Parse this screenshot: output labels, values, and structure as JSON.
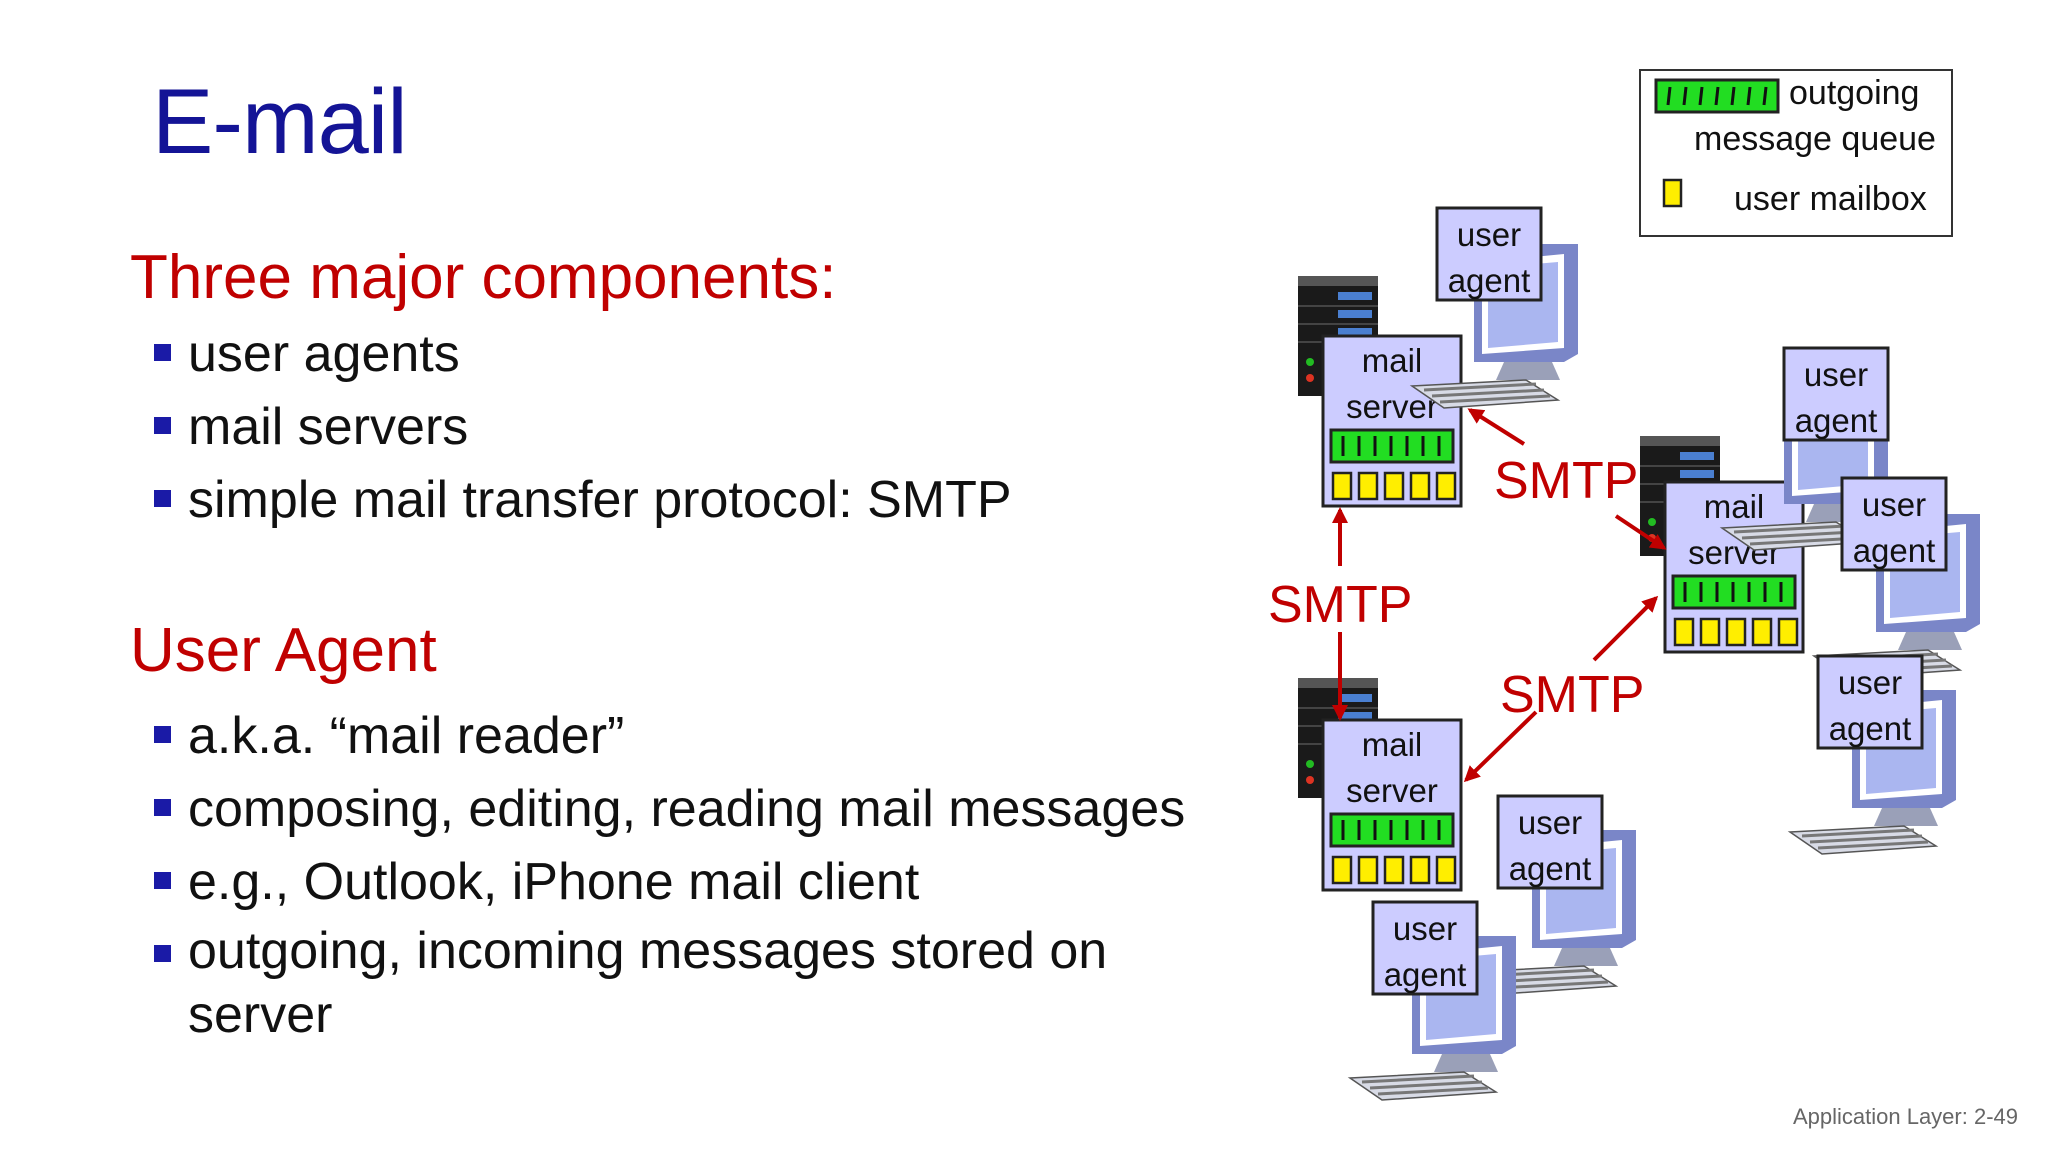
{
  "title": "E-mail",
  "section1": {
    "heading": "Three major components:",
    "items": [
      "user agents",
      "mail servers",
      "simple mail transfer protocol: SMTP"
    ]
  },
  "section2": {
    "heading": "User Agent",
    "items": [
      "a.k.a. “mail reader”",
      "composing, editing, reading mail messages",
      "e.g., Outlook, iPhone mail client",
      "outgoing, incoming messages stored on",
      "server"
    ]
  },
  "legend": {
    "queue_line1": "outgoing",
    "queue_line2": "message queue",
    "mailbox": "user mailbox"
  },
  "diagram": {
    "mail_server_line1": "mail",
    "mail_server_line2": "server",
    "user_agent_line1": "user",
    "user_agent_line2": "agent",
    "protocol": "SMTP"
  },
  "colors": {
    "title": "#141496",
    "heading": "#c00000",
    "bullet": "#1a1aa6",
    "box_fill": "#ccccff",
    "queue": "#22dd22",
    "mailbox": "#ffee00",
    "arrow": "#c00000"
  },
  "footer": "Application Layer: 2-49"
}
